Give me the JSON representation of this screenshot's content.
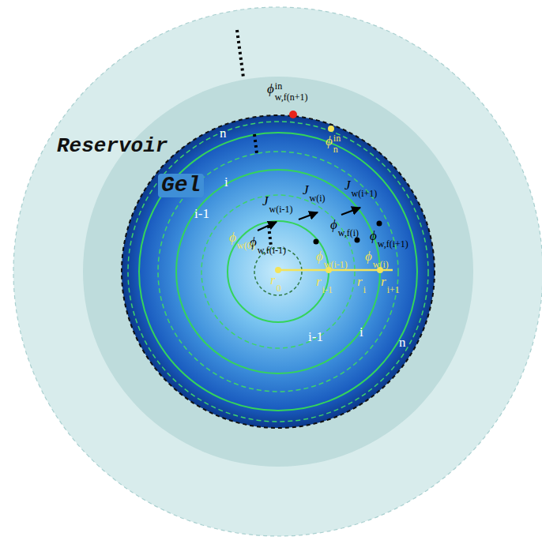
{
  "diagram": {
    "nodes": [
      {
        "text": [
          "Reservoir"
        ]
      },
      {
        "text": [
          "Gel"
        ],
        "in": 0
      }
    ],
    "labels": [
      "ϕ",
      "in",
      "w,f(n+1)",
      "n",
      "ϕ",
      "in",
      "n",
      "i",
      "i-1",
      "J",
      "w(i-1)",
      "J",
      "w(i)",
      "J",
      "w(i+1)",
      "ϕ",
      "w,f(i)",
      "ϕ",
      "w,f(i-1)",
      "ϕ",
      "w,f(i+1)",
      "ϕ",
      "w(0)",
      "ϕ",
      "w(i-1)",
      "ϕ",
      "w(i)",
      "r",
      "0",
      "r",
      "i-1",
      "r",
      "i",
      "r",
      "i+1",
      "i-1",
      "i",
      "n"
    ]
  }
}
